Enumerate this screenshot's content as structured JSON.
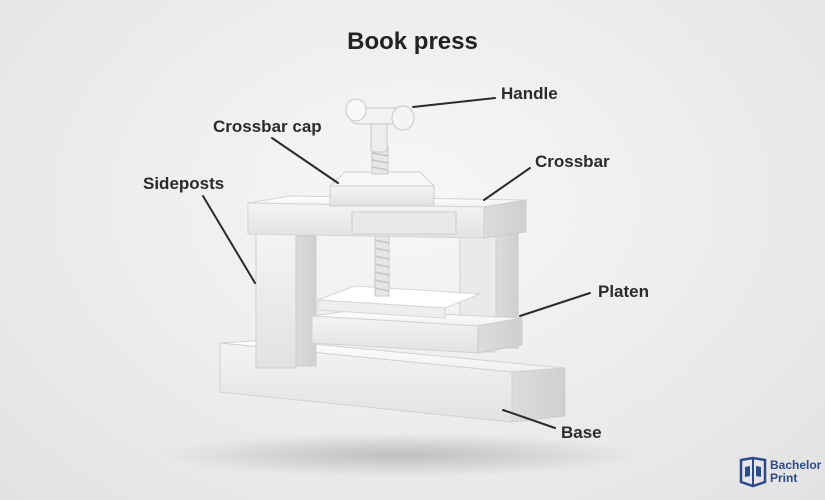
{
  "title": "Book press",
  "labels": {
    "handle": "Handle",
    "crossbar_cap": "Crossbar cap",
    "crossbar": "Crossbar",
    "sideposts": "Sideposts",
    "platen": "Platen",
    "base": "Base"
  },
  "logo": {
    "line1": "Bachelor",
    "line2": "Print",
    "color": "#2b4a8b"
  }
}
